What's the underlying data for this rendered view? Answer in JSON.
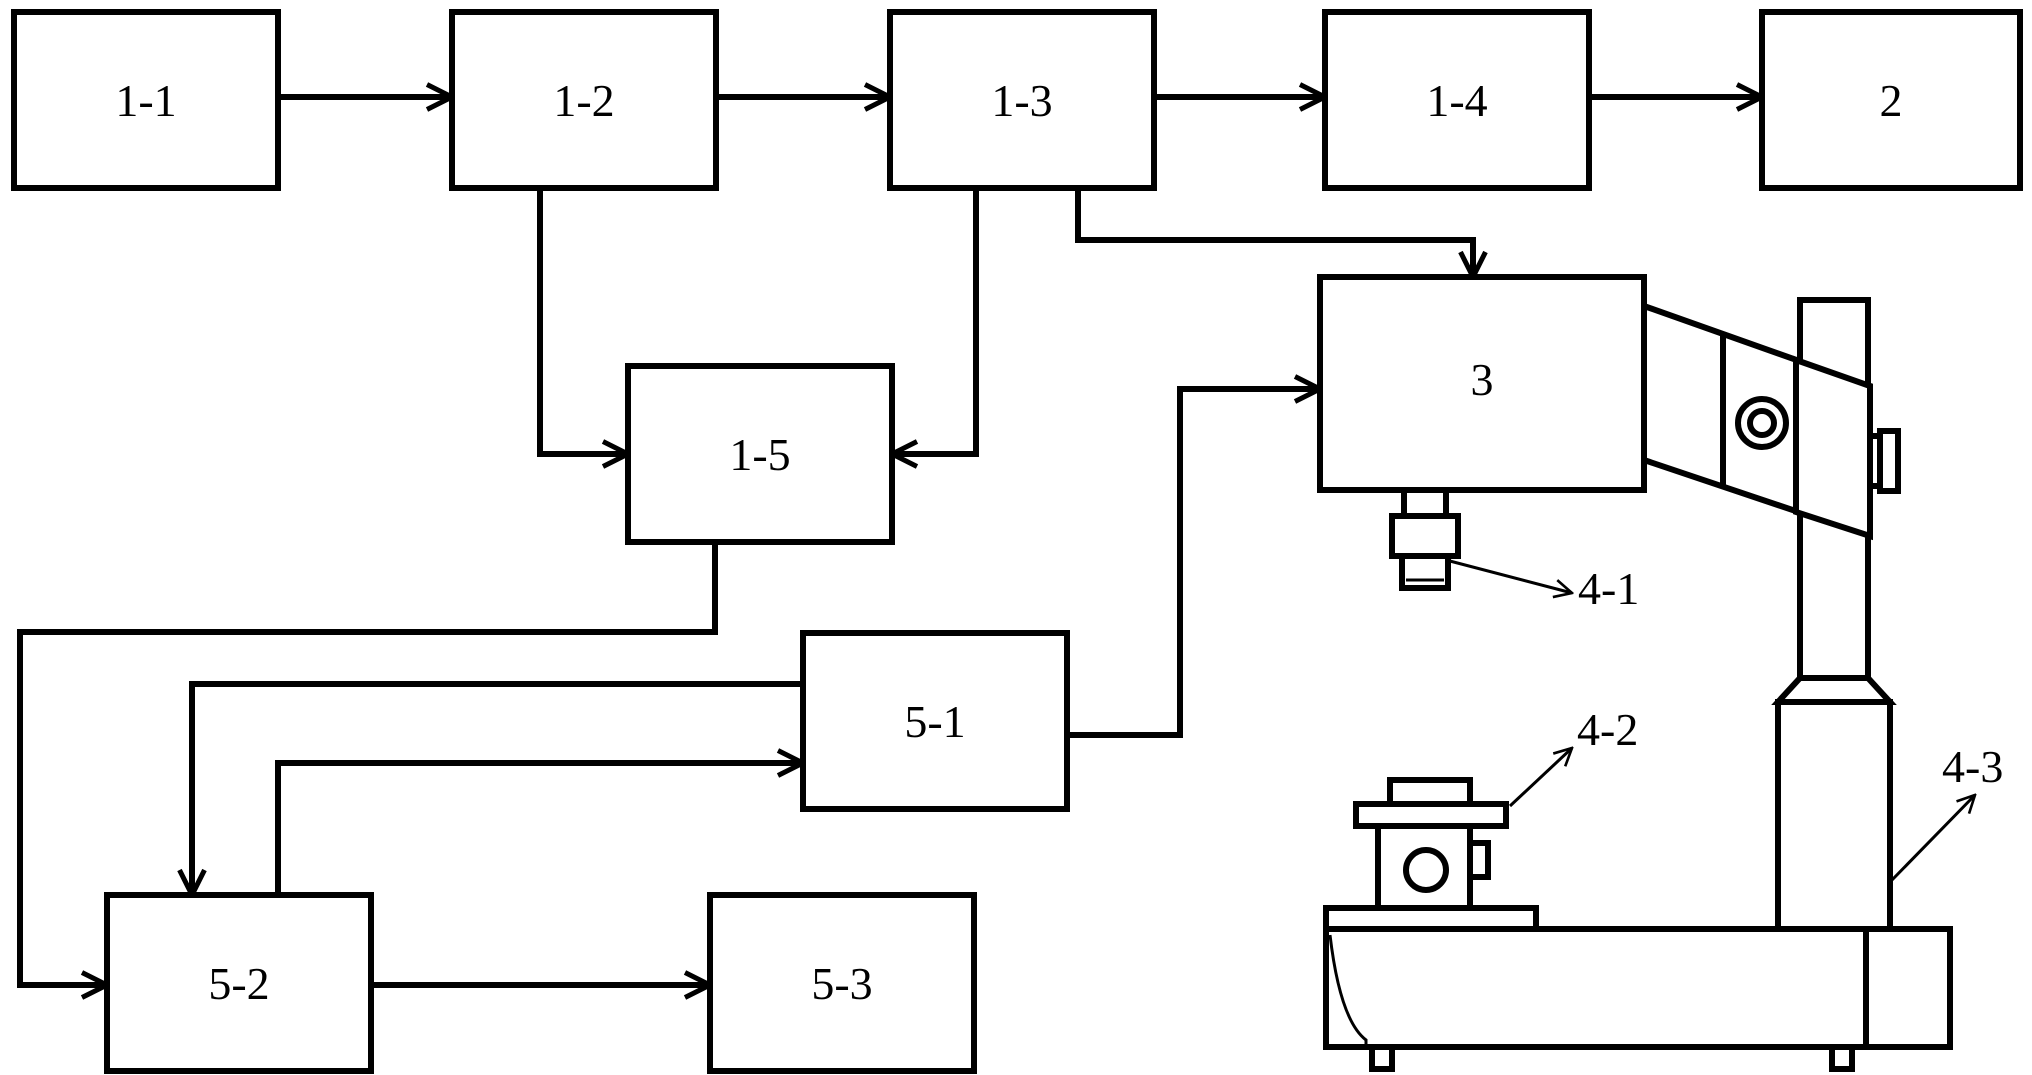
{
  "blocks": {
    "b11": "1-1",
    "b12": "1-2",
    "b13": "1-3",
    "b14": "1-4",
    "b2": "2",
    "b15": "1-5",
    "b3": "3",
    "b51": "5-1",
    "b52": "5-2",
    "b53": "5-3"
  },
  "callouts": {
    "c41": "4-1",
    "c42": "4-2",
    "c43": "4-3"
  }
}
